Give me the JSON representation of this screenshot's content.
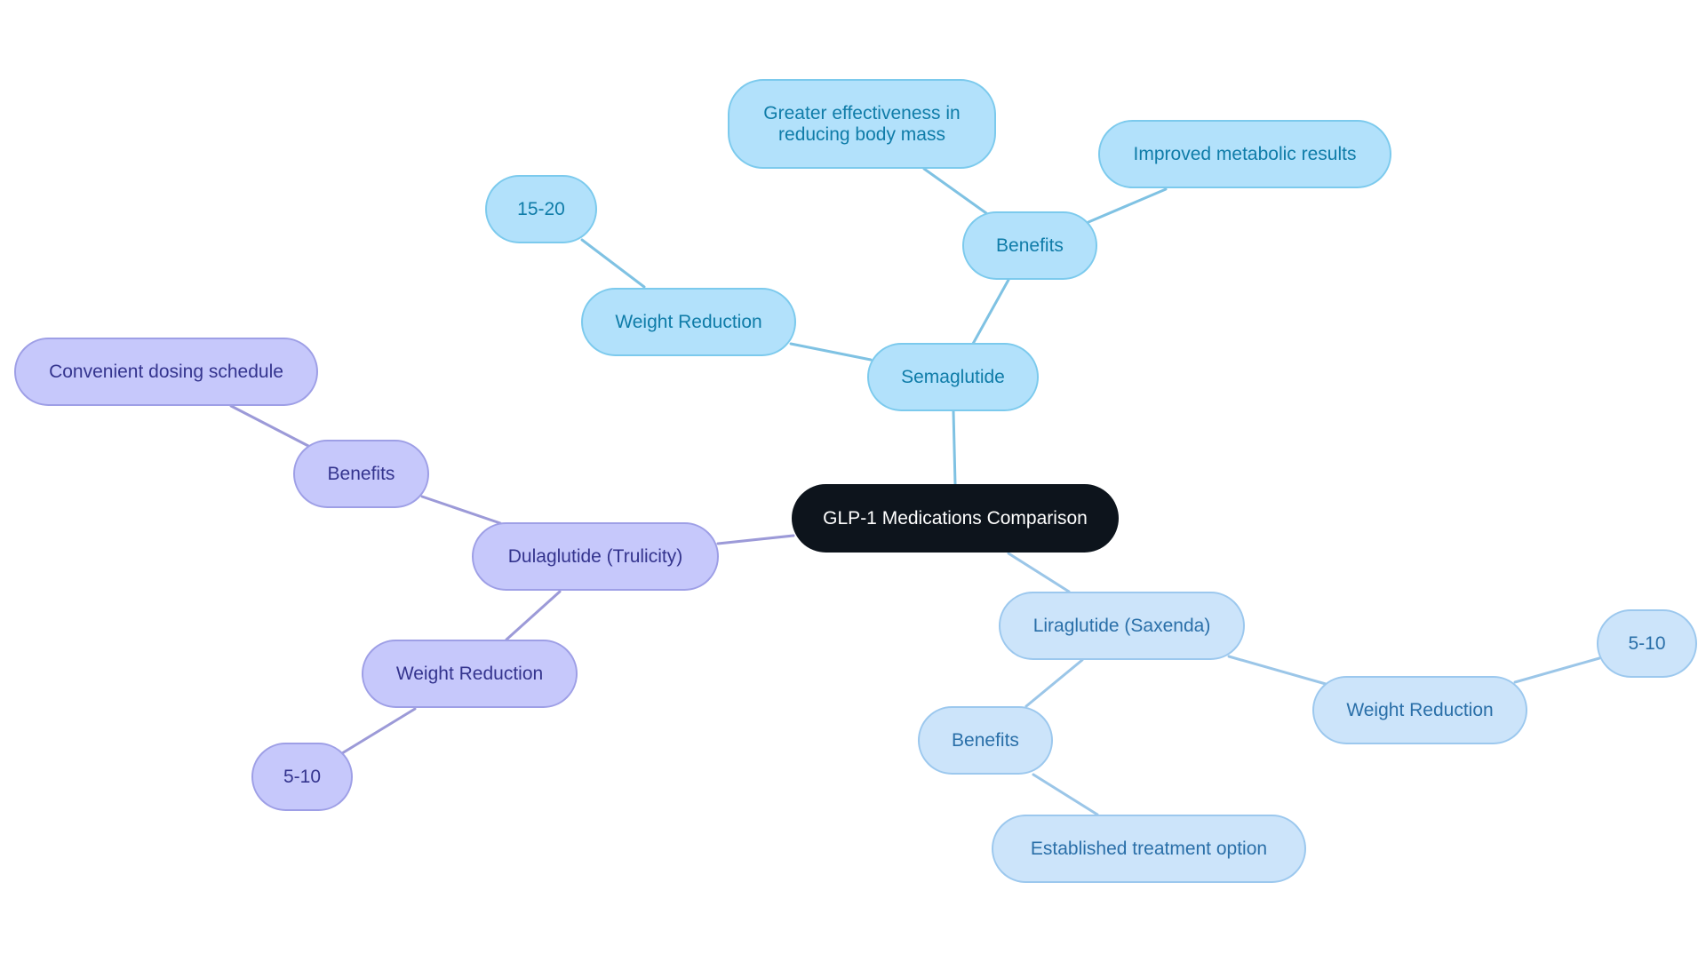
{
  "colors": {
    "root_fill": "#0d141c",
    "semaglutide_fill": "#b2e1fb",
    "semaglutide_link": "#7fc2e3",
    "liraglutide_fill": "#cce4fa",
    "liraglutide_link": "#9bc6e8",
    "dulaglutide_fill": "#c6c8fb",
    "dulaglutide_link": "#9c9ad8"
  },
  "root": {
    "label": "GLP-1 Medications Comparison"
  },
  "semaglutide": {
    "label": "Semaglutide",
    "weight_reduction": {
      "label": "Weight Reduction",
      "value": "15-20"
    },
    "benefits": {
      "label": "Benefits",
      "items": [
        "Greater effectiveness in reducing body mass",
        "Improved metabolic results"
      ]
    }
  },
  "liraglutide": {
    "label": "Liraglutide (Saxenda)",
    "weight_reduction": {
      "label": "Weight Reduction",
      "value": "5-10"
    },
    "benefits": {
      "label": "Benefits",
      "items": [
        "Established treatment option"
      ]
    }
  },
  "dulaglutide": {
    "label": "Dulaglutide (Trulicity)",
    "weight_reduction": {
      "label": "Weight Reduction",
      "value": "5-10"
    },
    "benefits": {
      "label": "Benefits",
      "items": [
        "Convenient dosing schedule"
      ]
    }
  }
}
